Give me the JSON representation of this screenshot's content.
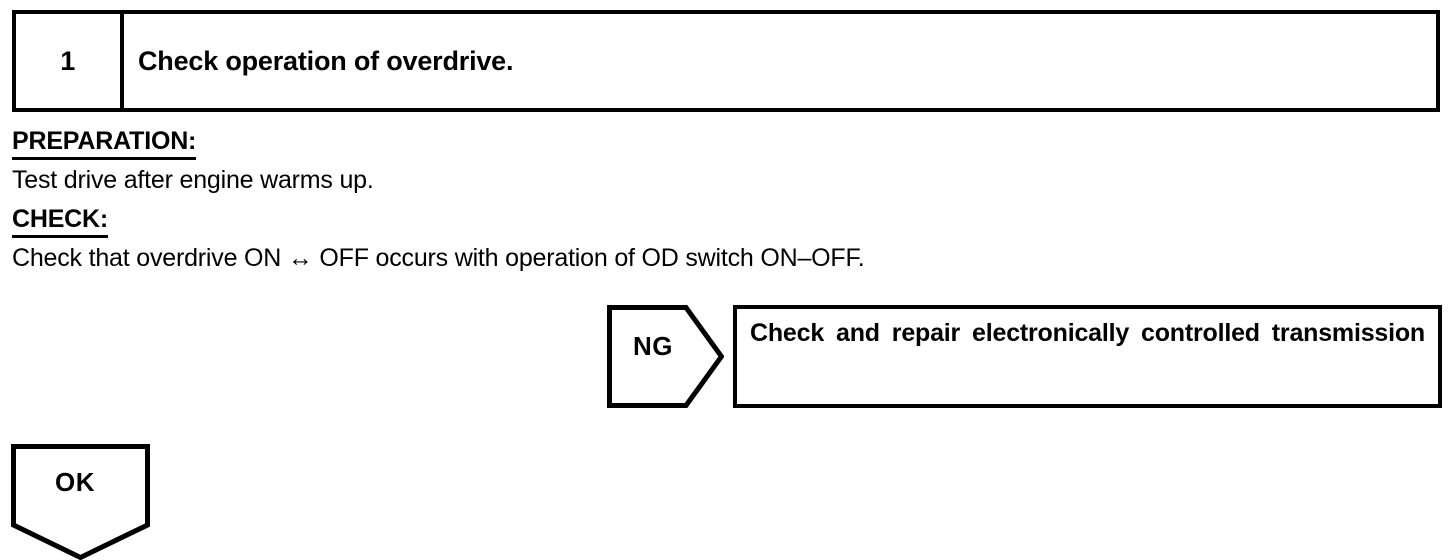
{
  "step": {
    "number": "1",
    "title": "Check operation of overdrive."
  },
  "sections": [
    {
      "heading": "PREPARATION:",
      "body": "Test drive after engine warms up."
    },
    {
      "heading": "CHECK:",
      "body": "Check that overdrive ON ↔ OFF occurs with operation of OD switch ON–OFF."
    }
  ],
  "branches": {
    "ng": {
      "tag": "NG",
      "result": "Check and repair electronically controlled transmission"
    },
    "ok": {
      "tag": "OK"
    }
  },
  "colors": {
    "ink": "#000000",
    "paper": "#ffffff"
  }
}
